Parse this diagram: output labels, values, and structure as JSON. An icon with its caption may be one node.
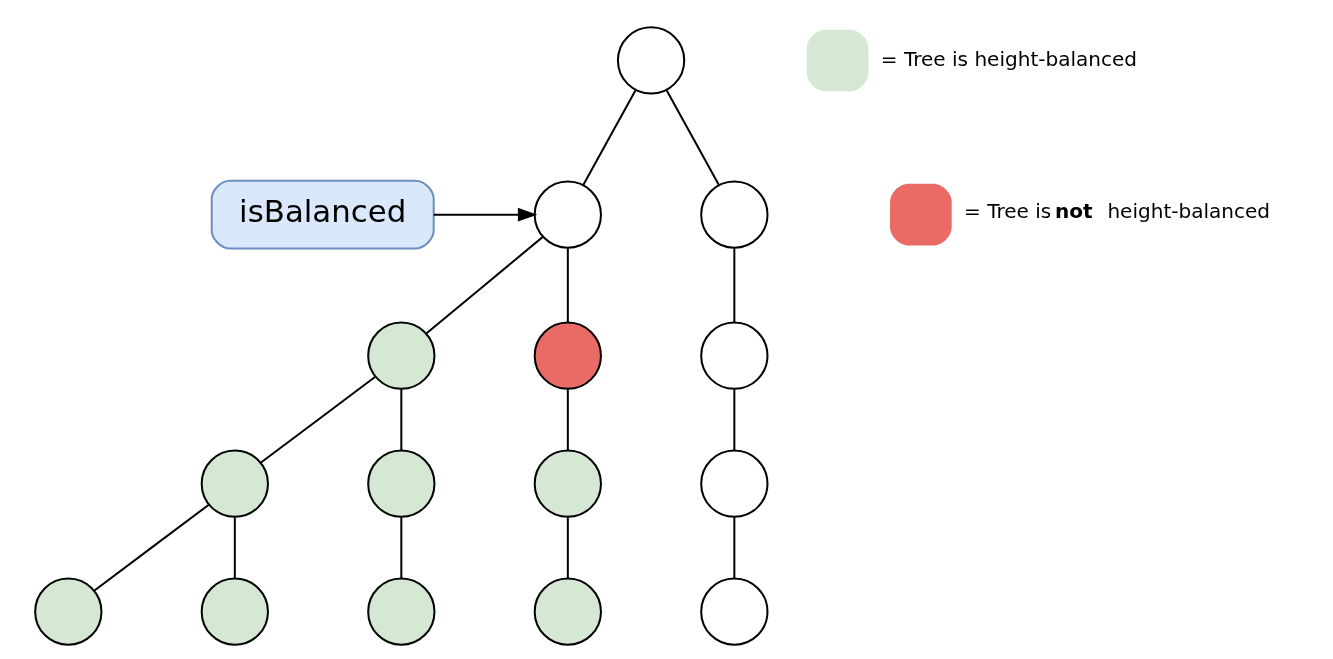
{
  "diagram": {
    "nodes": [
      {
        "text": [],
        "shape": "circle"
      },
      {
        "text": [
          "isBalanced"
        ]
      },
      {
        "text": [],
        "shape": "circle"
      },
      {
        "text": [],
        "shape": "circle"
      },
      {
        "text": [],
        "shape": "circle"
      },
      {
        "text": [],
        "shape": "circle"
      },
      {
        "text": [],
        "shape": "circle"
      },
      {
        "text": [],
        "shape": "circle"
      },
      {
        "text": [],
        "shape": "circle"
      },
      {
        "text": [],
        "shape": "circle"
      },
      {
        "text": [],
        "shape": "circle"
      },
      {
        "text": [],
        "shape": "circle"
      },
      {
        "text": [],
        "shape": "circle"
      },
      {
        "text": [],
        "shape": "circle"
      },
      {
        "text": [],
        "shape": "circle"
      },
      {
        "text": [],
        "shape": "circle"
      }
    ],
    "edges": [
      {
        "from": 0,
        "to": 2,
        "arrow": "none"
      },
      {
        "from": 0,
        "to": 3,
        "arrow": "none"
      },
      {
        "from": 1,
        "to": 2,
        "arrow": "to"
      },
      {
        "from": 2,
        "to": 4,
        "arrow": "none"
      },
      {
        "from": 2,
        "to": 5,
        "arrow": "none"
      },
      {
        "from": 3,
        "to": 6,
        "arrow": "none"
      },
      {
        "from": 4,
        "to": 7,
        "arrow": "none"
      },
      {
        "from": 4,
        "to": 8,
        "arrow": "none"
      },
      {
        "from": 5,
        "to": 9,
        "arrow": "none"
      },
      {
        "from": 6,
        "to": 10,
        "arrow": "none"
      },
      {
        "from": 7,
        "to": 11,
        "arrow": "none"
      },
      {
        "from": 7,
        "to": 12,
        "arrow": "none"
      },
      {
        "from": 8,
        "to": 13,
        "arrow": "none"
      },
      {
        "from": 9,
        "to": 14,
        "arrow": "none"
      },
      {
        "from": 10,
        "to": 15,
        "arrow": "none"
      }
    ],
    "legend": [
      {
        "text": "= Tree is height-balanced",
        "color": "#d5e8d4"
      },
      {
        "text": "= Tree is **not** height-balanced",
        "color": "#ea6b66"
      }
    ]
  }
}
